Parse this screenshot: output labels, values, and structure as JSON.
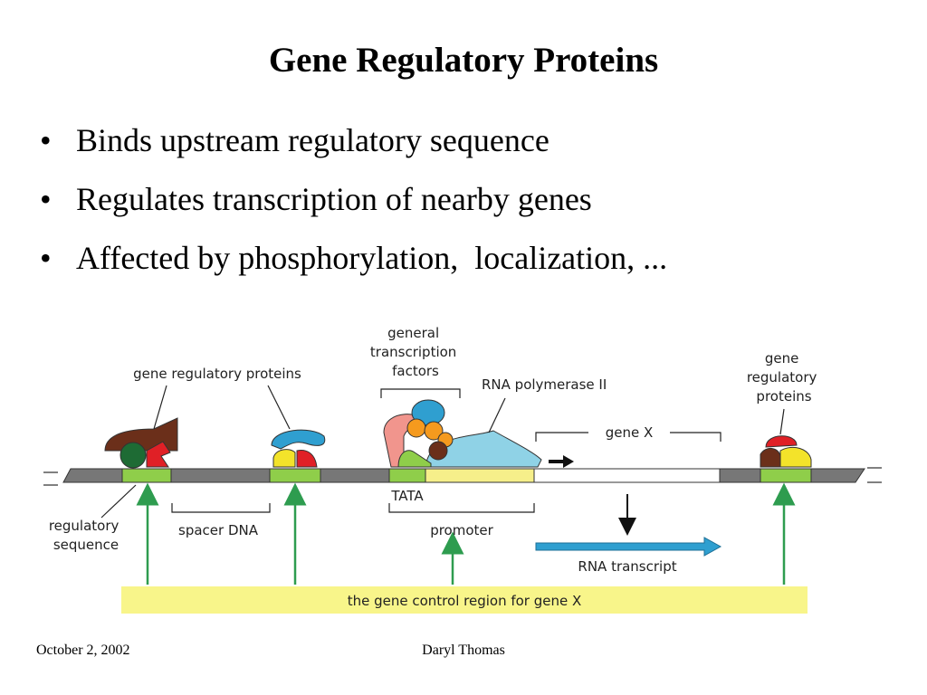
{
  "slide": {
    "title": "Gene Regulatory Proteins",
    "bullets": [
      "Binds upstream regulatory sequence",
      "Regulates transcription of nearby genes",
      "Affected by phosphorylation,  localization, ..."
    ],
    "footer": {
      "date": "October 2, 2002",
      "author": "Daryl Thomas"
    }
  },
  "diagram": {
    "labels": {
      "gene_regulatory_proteins_left": "gene regulatory proteins",
      "general_transcription_factors": [
        "general",
        "transcription",
        "factors"
      ],
      "rna_polymerase": "RNA polymerase II",
      "gene_regulatory_proteins_right": [
        "gene",
        "regulatory",
        "proteins"
      ],
      "gene_x": "gene X",
      "tata": "TATA",
      "regulatory_sequence": [
        "regulatory",
        "sequence"
      ],
      "spacer_dna": "spacer DNA",
      "promoter": "promoter",
      "rna_transcript": "RNA transcript",
      "control_region": "the gene control region for gene X"
    },
    "colors": {
      "dna": "#777777",
      "regulatory_site": "#8fce4a",
      "promoter": "#f6ef8a",
      "control_region_band": "#f8f58a",
      "green_arrow": "#2e9c4f",
      "transcript_arrow": "#2f9fd0",
      "polymerase": "#8fd2e6"
    }
  }
}
